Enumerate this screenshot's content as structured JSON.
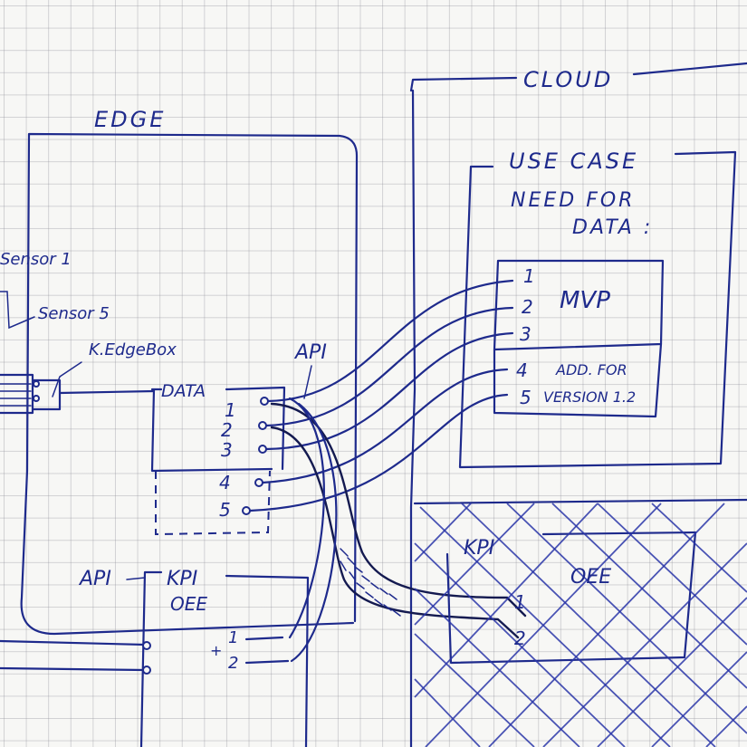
{
  "regions": {
    "edge": "EDGE",
    "cloud": "CLOUD"
  },
  "sensors": {
    "sensor_1": "Sensor 1",
    "sensor_5": "Sensor 5",
    "edgebox": "K.EdgeBox"
  },
  "edge_panel": {
    "data_label": "DATA",
    "api_label": "API",
    "ports": [
      "1",
      "2",
      "3",
      "4",
      "5"
    ]
  },
  "kpi_local": {
    "api_label": "API",
    "kpi_label": "KPI",
    "oee_label": "OEE",
    "ports": [
      "1",
      "2"
    ],
    "plus": "+"
  },
  "use_case": {
    "title": "USE CASE",
    "line2": "NEED FOR",
    "line3": "DATA :",
    "mvp_label": "MVP",
    "mvp_items": [
      "1",
      "2",
      "3"
    ],
    "later_items": [
      "4",
      "5"
    ],
    "later_text_1": "ADD. FOR",
    "later_text_2": "VERSION 1.2"
  },
  "kpi_cloud": {
    "kpi_label": "KPI",
    "oee_label": "OEE",
    "ports": [
      "1",
      "2"
    ]
  },
  "colors": {
    "ink": "#1e2a8c",
    "paper": "#f7f7f5",
    "grid": "#8c8c96"
  }
}
